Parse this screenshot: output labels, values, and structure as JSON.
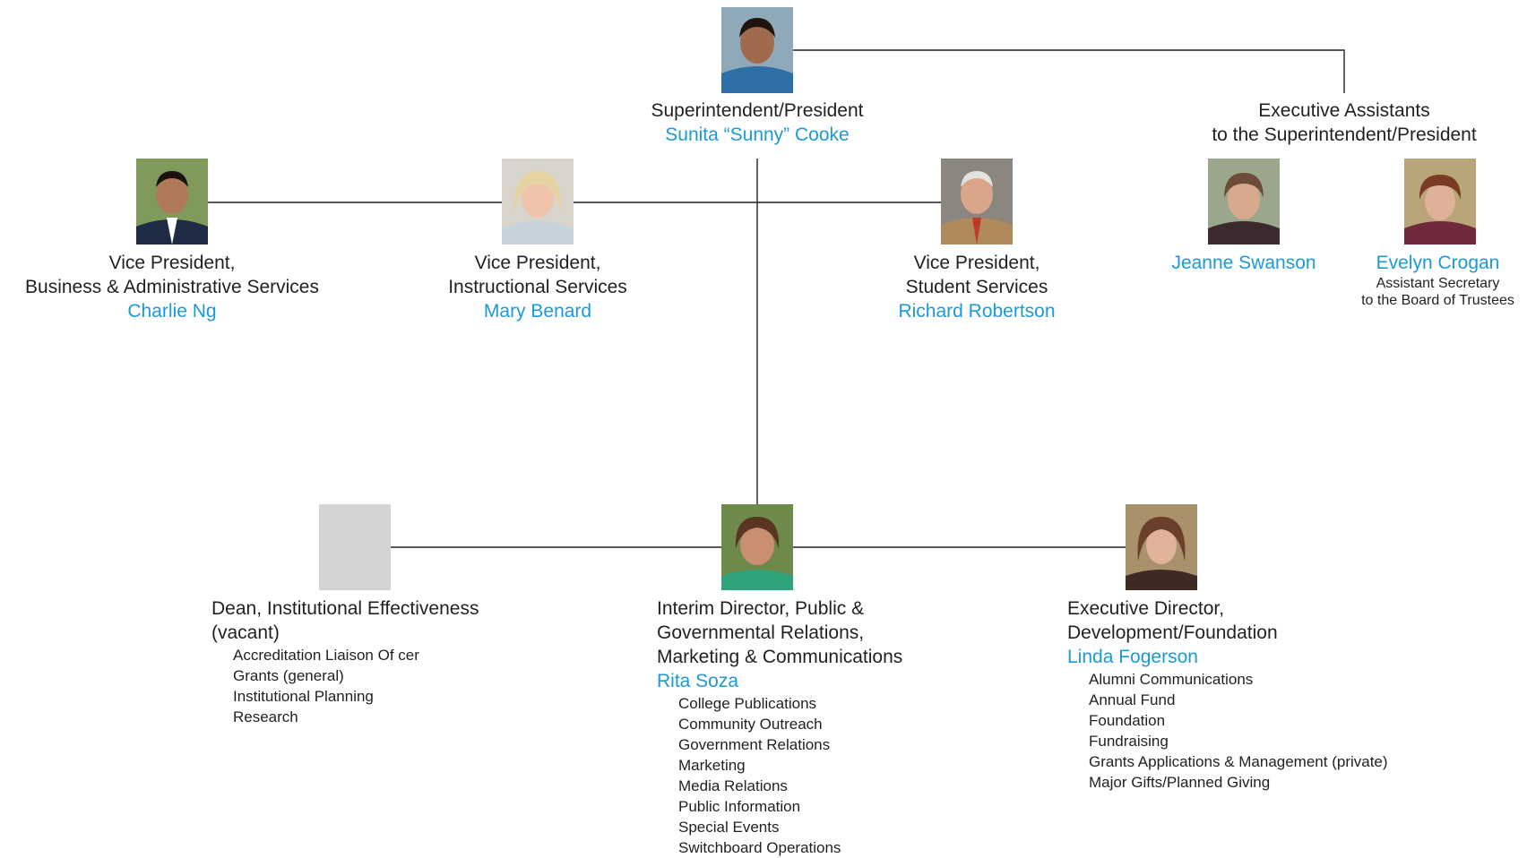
{
  "superintendent": {
    "title": "Superintendent/President",
    "name": "Sunita “Sunny” Cooke",
    "photo_icon": "portrait-photo"
  },
  "executive_assistants": {
    "heading_line1": "Executive Assistants",
    "heading_line2": "to the Superintendent/President",
    "people": [
      {
        "name": "Jeanne Swanson",
        "photo_icon": "portrait-photo"
      },
      {
        "name": "Evelyn Crogan",
        "note_line1": "Assistant Secretary",
        "note_line2": "to the Board of Trustees",
        "photo_icon": "portrait-photo"
      }
    ]
  },
  "vice_presidents": [
    {
      "title_line1": "Vice President,",
      "title_line2": "Business & Administrative Services",
      "name": "Charlie Ng",
      "photo_icon": "portrait-photo"
    },
    {
      "title_line1": "Vice President,",
      "title_line2": "Instructional Services",
      "name": "Mary Benard",
      "photo_icon": "portrait-photo"
    },
    {
      "title_line1": "Vice President,",
      "title_line2": "Student Services",
      "name": "Richard Robertson",
      "photo_icon": "portrait-photo"
    }
  ],
  "directors": [
    {
      "title_line1": "Dean, Institutional Effectiveness",
      "subtitle": "(vacant)",
      "photo_icon": "vacant-placeholder",
      "duties": [
        "Accreditation Liaison Of cer",
        "Grants (general)",
        "Institutional Planning",
        "Research"
      ]
    },
    {
      "title_line1": "Interim Director, Public &",
      "title_line2": "Governmental Relations,",
      "title_line3": "Marketing & Communications",
      "name": "Rita Soza",
      "photo_icon": "portrait-photo",
      "duties": [
        "College Publications",
        "Community Outreach",
        "Government Relations",
        "Marketing",
        "Media Relations",
        "Public Information",
        "Special Events",
        "Switchboard Operations"
      ]
    },
    {
      "title_line1": "Executive Director,",
      "title_line2": "Development/Foundation",
      "name": "Linda Fogerson",
      "photo_icon": "portrait-photo",
      "duties": [
        "Alumni Communications",
        "Annual Fund",
        "Foundation",
        "Fundraising",
        "Grants Applications & Management (private)",
        "Major Gifts/Planned Giving"
      ]
    }
  ],
  "colors": {
    "name_accent": "#1b9ad6",
    "text": "#231f20",
    "line": "#231f20",
    "vacant_box": "#d1d3d4"
  }
}
